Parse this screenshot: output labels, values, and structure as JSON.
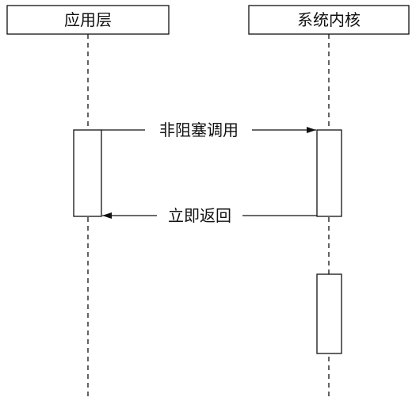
{
  "participants": {
    "app_layer": "应用层",
    "kernel": "系统内核"
  },
  "messages": {
    "nonblocking_call": "非阻塞调用",
    "immediate_return": "立即返回"
  },
  "colors": {
    "stroke": "#111111",
    "background": "#ffffff"
  }
}
